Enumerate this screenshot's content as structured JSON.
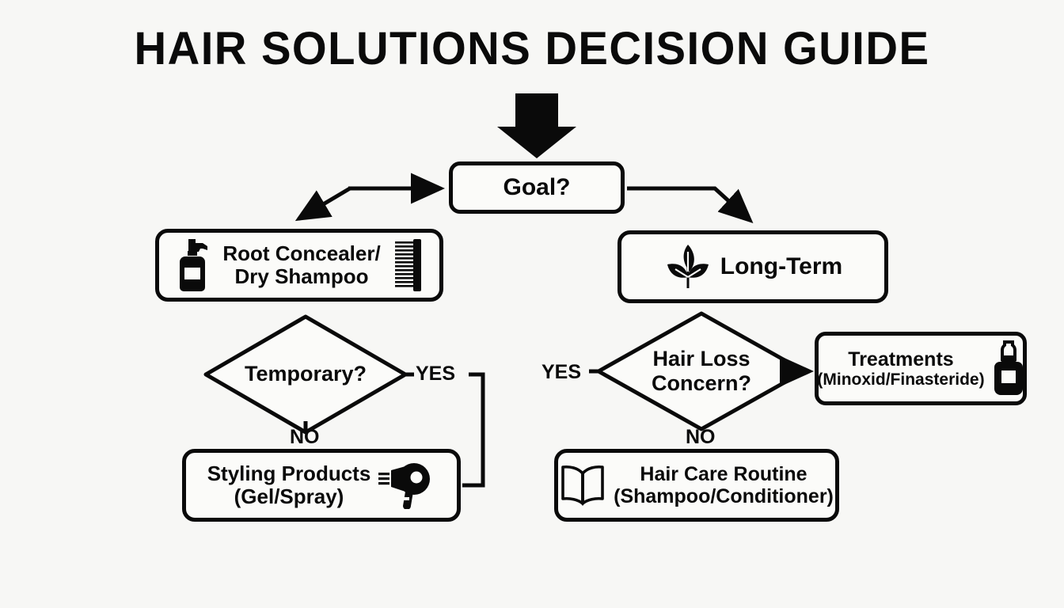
{
  "page": {
    "title": "HAIR SOLUTIONS DECISION GUIDE",
    "background_color": "#f7f7f5",
    "ink_color": "#0a0a0a",
    "type": "decision-flowchart"
  },
  "nodes": {
    "entry_arrow": {
      "icon": "down-arrow-icon"
    },
    "goal": {
      "label": "Goal?",
      "shape": "rounded-rect"
    },
    "root_concealer": {
      "line1": "Root Concealer/",
      "line2": "Dry Shampoo",
      "icon_left": "spray-bottle-icon",
      "icon_right": "comb-icon",
      "shape": "rounded-rect"
    },
    "long_term": {
      "label": "Long-Term",
      "icon_left": "leaf-icon",
      "shape": "rounded-rect"
    },
    "temporary": {
      "line1": "Temporary?",
      "shape": "diamond"
    },
    "hair_loss": {
      "line1": "Hair Loss",
      "line2": "Concern?",
      "shape": "diamond"
    },
    "treatments": {
      "line1": "Treatments",
      "line2": "(Minoxid/Finasteride)",
      "icon_right": "dropper-bottle-icon",
      "shape": "rounded-rect"
    },
    "styling_products": {
      "line1": "Styling Products",
      "line2": "(Gel/Spray)",
      "icon_right": "hair-dryer-icon",
      "shape": "rounded-rect"
    },
    "hair_care_routine": {
      "line1": "Hair Care Routine",
      "line2": "(Shampoo/Conditioner)",
      "icon_left": "open-book-icon",
      "shape": "rounded-rect"
    }
  },
  "edges": {
    "temporary_yes": "YES",
    "temporary_no": "NO",
    "hair_loss_yes": "YES",
    "hair_loss_no": "NO"
  },
  "chart_data": {
    "type": "diagram",
    "title": "HAIR SOLUTIONS DECISION GUIDE",
    "nodes": [
      {
        "id": "goal",
        "text": "Goal?",
        "shape": "rounded-rect"
      },
      {
        "id": "root_concealer",
        "text": "Root Concealer/ Dry Shampoo",
        "shape": "rounded-rect"
      },
      {
        "id": "long_term",
        "text": "Long-Term",
        "shape": "rounded-rect"
      },
      {
        "id": "temporary",
        "text": "Temporary?",
        "shape": "diamond"
      },
      {
        "id": "hair_loss",
        "text": "Hair Loss Concern?",
        "shape": "diamond"
      },
      {
        "id": "treatments",
        "text": "Treatments (Minoxid/Finasteride)",
        "shape": "rounded-rect"
      },
      {
        "id": "styling_products",
        "text": "Styling Products (Gel/Spray)",
        "shape": "rounded-rect"
      },
      {
        "id": "hair_care_routine",
        "text": "Hair Care Routine (Shampoo/Conditioner)",
        "shape": "rounded-rect"
      }
    ],
    "links": [
      {
        "from": "goal",
        "to": "root_concealer",
        "label": ""
      },
      {
        "from": "goal",
        "to": "long_term",
        "label": ""
      },
      {
        "from": "root_concealer",
        "to": "temporary",
        "label": ""
      },
      {
        "from": "long_term",
        "to": "hair_loss",
        "label": ""
      },
      {
        "from": "temporary",
        "to": "styling_products",
        "label": "NO"
      },
      {
        "from": "temporary",
        "to": "styling_products",
        "label": "YES"
      },
      {
        "from": "hair_loss",
        "to": "treatments",
        "label": "YES"
      },
      {
        "from": "hair_loss",
        "to": "hair_care_routine",
        "label": "NO"
      }
    ]
  }
}
